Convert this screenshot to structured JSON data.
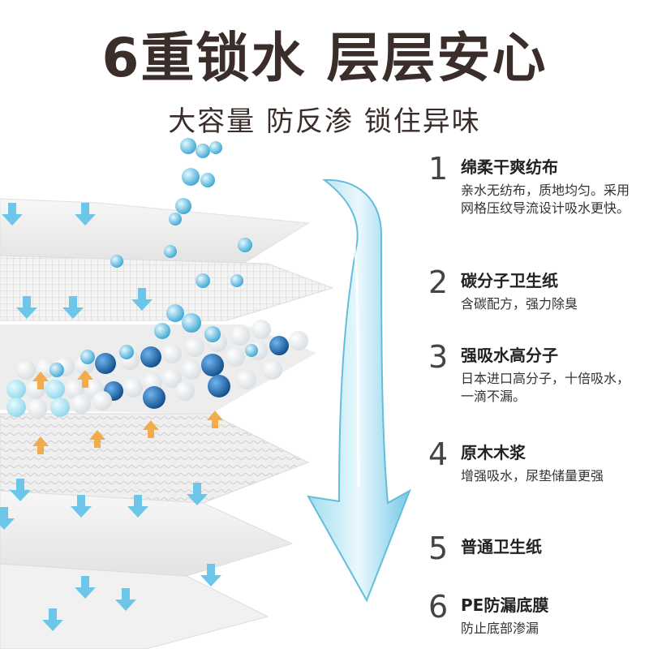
{
  "header": {
    "title": "6重锁水 层层安心",
    "subtitle": "大容量 防反渗 锁住异味"
  },
  "colors": {
    "title": "#3a2d2a",
    "water": "#4fb3d9",
    "arrow": "#5cc3e6",
    "orange_arrow": "#f3a53a",
    "dark_bead": "#1a5f9e"
  },
  "layers": [
    {
      "num": "1",
      "title": "绵柔干爽纺布",
      "desc": "亲水无纺布，质地均匀。采用网格压纹导流设计吸水更快。"
    },
    {
      "num": "2",
      "title": "碳分子卫生纸",
      "desc": "含碳配方，强力除臭"
    },
    {
      "num": "3",
      "title": "强吸水高分子",
      "desc": "日本进口高分子，十倍吸水，一滴不漏。"
    },
    {
      "num": "4",
      "title": "原木木浆",
      "desc": "增强吸水，尿垫储量更强"
    },
    {
      "num": "5",
      "title": "普通卫生纸",
      "desc": ""
    },
    {
      "num": "6",
      "title": "PE防漏底膜",
      "desc": "防止底部渗漏"
    }
  ],
  "icons": {
    "down_arrow": "down-arrow-icon",
    "up_arrow": "up-arrow-icon",
    "water_arrow": "water-arrow-icon"
  }
}
